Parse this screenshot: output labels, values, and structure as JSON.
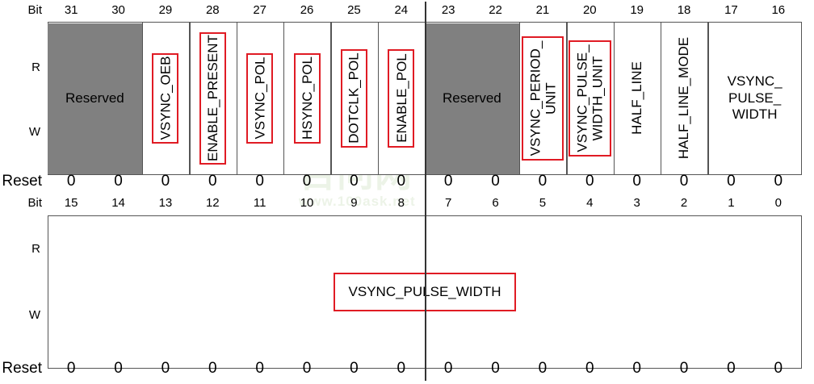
{
  "labels": {
    "bit": "Bit",
    "read": "R",
    "write": "W",
    "reset": "Reset",
    "reserved": "Reserved"
  },
  "colors": {
    "highlight": "#e01b24",
    "reserved_fill": "#808080",
    "border": "#555555",
    "text": "#000000"
  },
  "watermark": {
    "line1": "百问网",
    "line2": "www.100ask.net"
  },
  "register_high": {
    "bit_numbers": [
      "31",
      "30",
      "29",
      "28",
      "27",
      "26",
      "25",
      "24",
      "23",
      "22",
      "21",
      "20",
      "19",
      "18",
      "17",
      "16"
    ],
    "reset_values": [
      "0",
      "0",
      "0",
      "0",
      "0",
      "0",
      "0",
      "0",
      "0",
      "0",
      "0",
      "0",
      "0",
      "0",
      "0",
      "0"
    ],
    "fields": [
      {
        "name": "Reserved",
        "bits_hi": 31,
        "bits_lo": 30,
        "reserved": true,
        "highlight": false,
        "orientation": "horizontal"
      },
      {
        "name": "VSYNC_OEB",
        "bits_hi": 29,
        "bits_lo": 29,
        "reserved": false,
        "highlight": true,
        "orientation": "vertical"
      },
      {
        "name": "ENABLE_PRESENT",
        "bits_hi": 28,
        "bits_lo": 28,
        "reserved": false,
        "highlight": true,
        "orientation": "vertical"
      },
      {
        "name": "VSYNC_POL",
        "bits_hi": 27,
        "bits_lo": 27,
        "reserved": false,
        "highlight": true,
        "orientation": "vertical"
      },
      {
        "name": "HSYNC_POL",
        "bits_hi": 26,
        "bits_lo": 26,
        "reserved": false,
        "highlight": true,
        "orientation": "vertical"
      },
      {
        "name": "DOTCLK_POL",
        "bits_hi": 25,
        "bits_lo": 25,
        "reserved": false,
        "highlight": true,
        "orientation": "vertical"
      },
      {
        "name": "ENABLE_POL",
        "bits_hi": 24,
        "bits_lo": 24,
        "reserved": false,
        "highlight": true,
        "orientation": "vertical"
      },
      {
        "name": "Reserved",
        "bits_hi": 23,
        "bits_lo": 22,
        "reserved": true,
        "highlight": false,
        "orientation": "horizontal"
      },
      {
        "name": "VSYNC_PERIOD_\nUNIT",
        "bits_hi": 21,
        "bits_lo": 21,
        "reserved": false,
        "highlight": true,
        "orientation": "vertical"
      },
      {
        "name": "VSYNC_PULSE_\nWIDTH_UNIT",
        "bits_hi": 20,
        "bits_lo": 20,
        "reserved": false,
        "highlight": true,
        "orientation": "vertical"
      },
      {
        "name": "HALF_LINE",
        "bits_hi": 19,
        "bits_lo": 19,
        "reserved": false,
        "highlight": false,
        "orientation": "vertical"
      },
      {
        "name": "HALF_LINE_MODE",
        "bits_hi": 18,
        "bits_lo": 18,
        "reserved": false,
        "highlight": false,
        "orientation": "vertical"
      },
      {
        "name": "VSYNC_\nPULSE_\nWIDTH",
        "bits_hi": 17,
        "bits_lo": 16,
        "reserved": false,
        "highlight": false,
        "orientation": "horizontal"
      }
    ]
  },
  "register_low": {
    "bit_numbers": [
      "15",
      "14",
      "13",
      "12",
      "11",
      "10",
      "9",
      "8",
      "7",
      "6",
      "5",
      "4",
      "3",
      "2",
      "1",
      "0"
    ],
    "reset_values": [
      "0",
      "0",
      "0",
      "0",
      "0",
      "0",
      "0",
      "0",
      "0",
      "0",
      "0",
      "0",
      "0",
      "0",
      "0",
      "0"
    ],
    "fields": [
      {
        "name": "VSYNC_PULSE_WIDTH",
        "bits_hi": 15,
        "bits_lo": 0,
        "reserved": false,
        "highlight": true,
        "orientation": "horizontal"
      }
    ]
  }
}
